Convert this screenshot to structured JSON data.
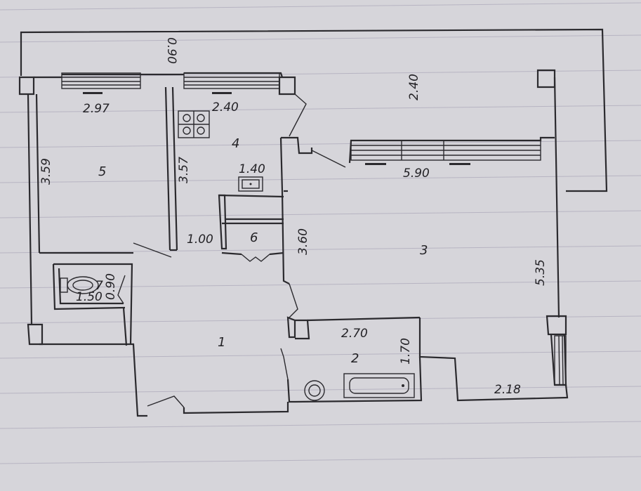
{
  "rooms": [
    {
      "id": "1",
      "label": "1"
    },
    {
      "id": "2",
      "label": "2"
    },
    {
      "id": "3",
      "label": "3"
    },
    {
      "id": "4",
      "label": "4"
    },
    {
      "id": "5",
      "label": "5"
    },
    {
      "id": "6",
      "label": "6"
    },
    {
      "id": "7",
      "label": "7"
    }
  ],
  "dimensions": {
    "balcony_depth": "0.90",
    "balcony_length": "2.40",
    "room5_width": "2.97",
    "room5_length": "3.59",
    "kitchen_width": "2.40",
    "kitchen_length": "3.57",
    "kitchen_niche": "1.40",
    "room3_width": "5.90",
    "room3_length": "5.35",
    "hall_opening": "1.00",
    "partition_length": "3.60",
    "wc_width": "1.50",
    "wc_depth": "0.90",
    "bath_width": "2.70",
    "bath_depth": "1.70",
    "room3_bottom": "2.18"
  },
  "colors": {
    "ink": "#2b2a2e",
    "paper": "#d6d5da"
  }
}
